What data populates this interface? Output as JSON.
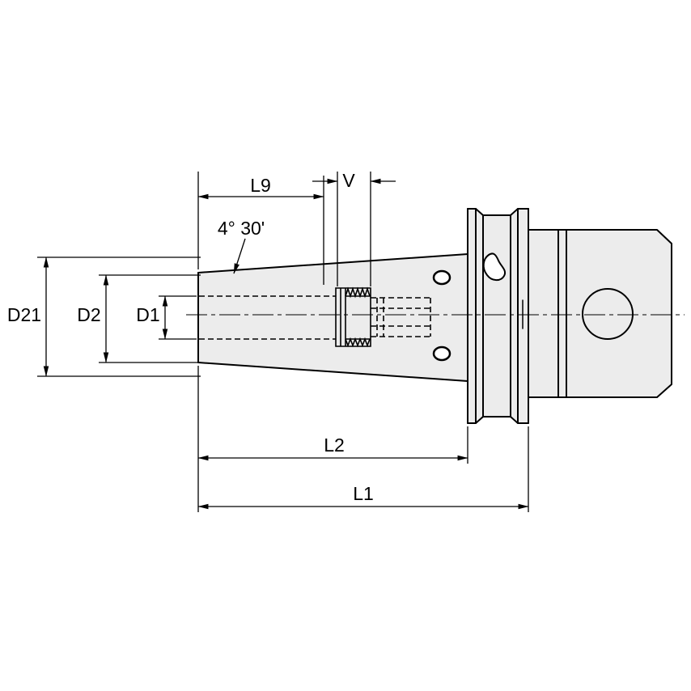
{
  "drawing": {
    "labels": {
      "l9": "L9",
      "v": "V",
      "angle": "4° 30'",
      "d21": "D21",
      "d2": "D2",
      "d1": "D1",
      "l2": "L2",
      "l1": "L1"
    },
    "colors": {
      "line": "#000000",
      "part_fill": "#ececec",
      "hole_fill": "#f7f7f7",
      "background": "#ffffff"
    }
  }
}
